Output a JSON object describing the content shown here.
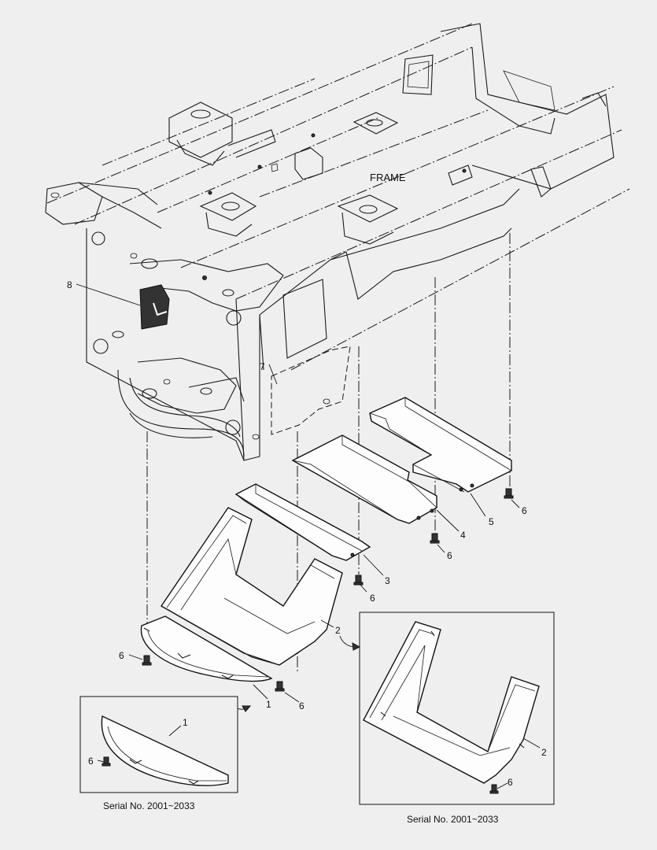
{
  "frame_label": "FRAME",
  "callouts": {
    "c1": "1",
    "c2": "2",
    "c3": "3",
    "c4": "4",
    "c5": "5",
    "c6": "6",
    "c7": "7",
    "c8": "8"
  },
  "insets": {
    "left": {
      "part_label": "1",
      "bolt_label": "6",
      "caption": "Serial No. 2001~2033"
    },
    "right": {
      "part_label": "2",
      "bolt_label": "6",
      "caption": "Serial No. 2001~2033"
    }
  }
}
